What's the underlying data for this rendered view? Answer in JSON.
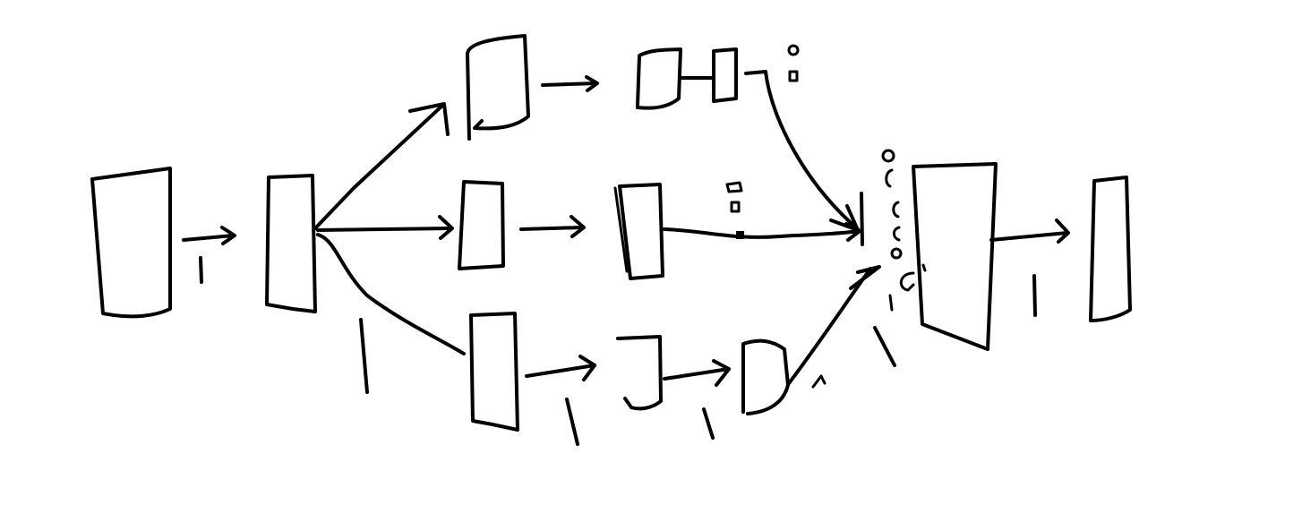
{
  "diagram": {
    "kind": "hand-drawn block flow sketch",
    "background_color": "#ffffff",
    "ink_color": "#000000",
    "blocks": [
      {
        "id": "input-block"
      },
      {
        "id": "split-block"
      },
      {
        "id": "branch-top-block-1"
      },
      {
        "id": "branch-top-block-2"
      },
      {
        "id": "branch-top-block-3"
      },
      {
        "id": "branch-middle-block-1"
      },
      {
        "id": "branch-middle-block-2"
      },
      {
        "id": "branch-bottom-block-1"
      },
      {
        "id": "branch-bottom-block-2"
      },
      {
        "id": "branch-bottom-block-3"
      },
      {
        "id": "merge-block"
      },
      {
        "id": "output-block"
      }
    ],
    "connections": [
      {
        "from": "input-block",
        "to": "split-block",
        "arrow": true
      },
      {
        "from": "split-block",
        "to": "branch-top-block-1",
        "arrow": true
      },
      {
        "from": "split-block",
        "to": "branch-middle-block-1",
        "arrow": true
      },
      {
        "from": "split-block",
        "to": "branch-bottom-block-1",
        "arrow": false
      },
      {
        "from": "branch-top-block-1",
        "to": "branch-top-block-2",
        "arrow": true
      },
      {
        "from": "branch-top-block-2",
        "to": "branch-top-block-3",
        "arrow": false
      },
      {
        "from": "branch-top-block-3",
        "to": "merge-block",
        "arrow": true
      },
      {
        "from": "branch-middle-block-1",
        "to": "branch-middle-block-2",
        "arrow": true
      },
      {
        "from": "branch-middle-block-2",
        "to": "merge-block",
        "arrow": true
      },
      {
        "from": "branch-bottom-block-1",
        "to": "branch-bottom-block-2",
        "arrow": true
      },
      {
        "from": "branch-bottom-block-2",
        "to": "branch-bottom-block-3",
        "arrow": true
      },
      {
        "from": "branch-bottom-block-3",
        "to": "merge-block",
        "arrow": true
      },
      {
        "from": "merge-block",
        "to": "output-block",
        "arrow": true
      }
    ]
  }
}
